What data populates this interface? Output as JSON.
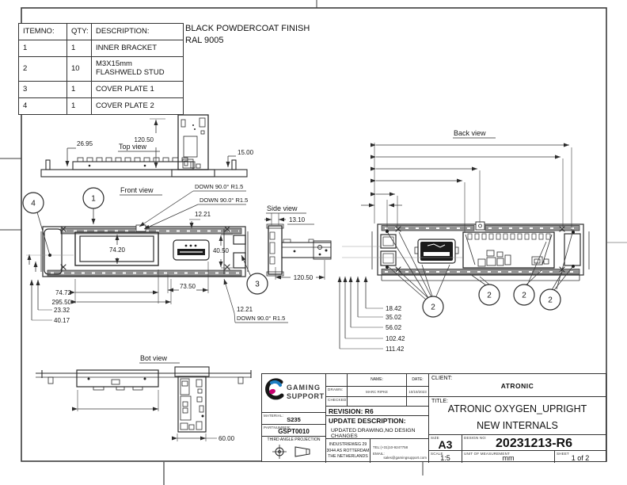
{
  "finish_note": {
    "line1": "BLACK POWDERCOAT FINISH",
    "line2": "RAL 9005"
  },
  "parts_table": {
    "headers": {
      "item": "ITEMNO:",
      "qty": "QTY:",
      "desc": "DESCRIPTION:"
    },
    "rows": [
      {
        "item": "1",
        "qty": "1",
        "desc": "INNER BRACKET"
      },
      {
        "item": "2",
        "qty": "10",
        "desc": "M3X15mm FLASHWELD STUD"
      },
      {
        "item": "3",
        "qty": "1",
        "desc": "COVER PLATE 1"
      },
      {
        "item": "4",
        "qty": "1",
        "desc": "COVER PLATE 2"
      }
    ]
  },
  "views": {
    "top": {
      "label": "Top view",
      "dim_offset": "26.95",
      "dim_depth": "120.50",
      "dim_height": "15.00"
    },
    "front": {
      "label": "Front view",
      "dim_window_height": "74.20",
      "dim_right_height": "40.50",
      "dim_top_edge": "12.21",
      "dim_bottom_edge": "12.21",
      "dim_window_width": "74.72",
      "dim_overall_width": "295.50",
      "dim_stud_offset_1": "23.32",
      "dim_stud_offset_2": "40.17",
      "dim_slot_width": "73.50",
      "bend_note_1": "DOWN 90.0° R1.5",
      "bend_note_2": "DOWN 90.0° R1.5",
      "bend_note_3": "DOWN 90.0° R1.5"
    },
    "side": {
      "label": "Side view",
      "dim_thickness": "13.10",
      "dim_depth": "120.50"
    },
    "back": {
      "label": "Back view",
      "stud_dims": [
        "18.42",
        "35.02",
        "56.02",
        "102.42",
        "111.42"
      ]
    },
    "bot": {
      "label": "Bot view",
      "dim_width": "60.00"
    }
  },
  "balloons": {
    "b1": "1",
    "b2": "2",
    "b3": "3",
    "b4": "4"
  },
  "title_block": {
    "company": {
      "name_line1": "GAMING",
      "name_line2": "SUPPORT",
      "address_line1": "INDUSTRIEWEG 29",
      "address_line2": "3044 AS ROTTERDAM",
      "address_line3": "THE NETHERLANDS",
      "tel_label": "TEL:",
      "tel": "(+31)10-9247758",
      "email_label": "EMAIL:",
      "email": "sales@gamingsupport.com"
    },
    "material_label": "MATERIAL:",
    "material": "S235",
    "partnumber_label": "PARTNUMBER:",
    "partnumber": "GSPT0010",
    "projection_label": "THIRD ANGLE PROJECTION",
    "name_header": "NAME:",
    "date_header": "DATE:",
    "drawn_label": "DRAWN:",
    "drawn_name": "MARC RIPKE",
    "drawn_date": "10/19/2023",
    "checked_label": "CHECKED:",
    "revision": "REVISION: R6",
    "update_label": "UPDATE DESCRIPTION:",
    "update_text": "UPDATED DRAWING,NO DESIGN CHANGES",
    "client_label": "CLIENT:",
    "client": "ATRONIC",
    "title_label": "TITLE:",
    "title_line1": "ATRONIC OXYGEN_UPRIGHT",
    "title_line2": "NEW INTERNALS",
    "size_label": "SIZE",
    "size": "A3",
    "design_no_label": "DESIGN NO:",
    "design_no": "20231213-R6",
    "scale_label": "SCALE",
    "scale": "1:5",
    "unit_label": "UNIT OF MEASUREMENT",
    "unit": "mm",
    "sheet_label": "SHEET",
    "sheet": "1 of 2"
  }
}
